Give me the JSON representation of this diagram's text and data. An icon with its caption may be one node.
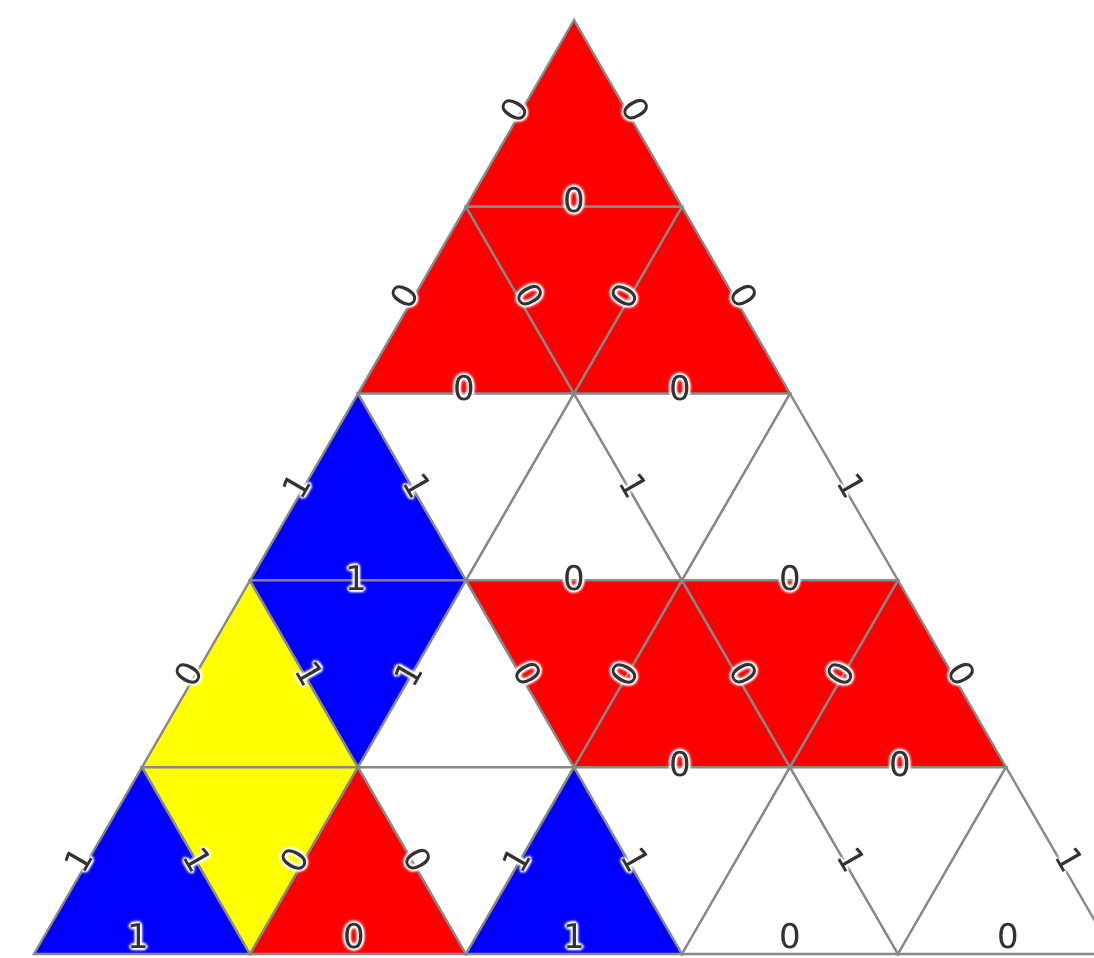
{
  "diagram": {
    "labels": [
      "0",
      "0",
      "0",
      "0",
      "0",
      "0",
      "0",
      "0",
      "0",
      "1",
      "1",
      "1",
      "1",
      "1",
      "0",
      "0",
      "0",
      "1",
      "1",
      "0",
      "0",
      "0",
      "0",
      "0",
      "0",
      "0",
      "1",
      "1",
      "0",
      "0",
      "1",
      "1",
      "1",
      "1",
      "1",
      "0",
      "1",
      "0",
      "0"
    ]
  }
}
